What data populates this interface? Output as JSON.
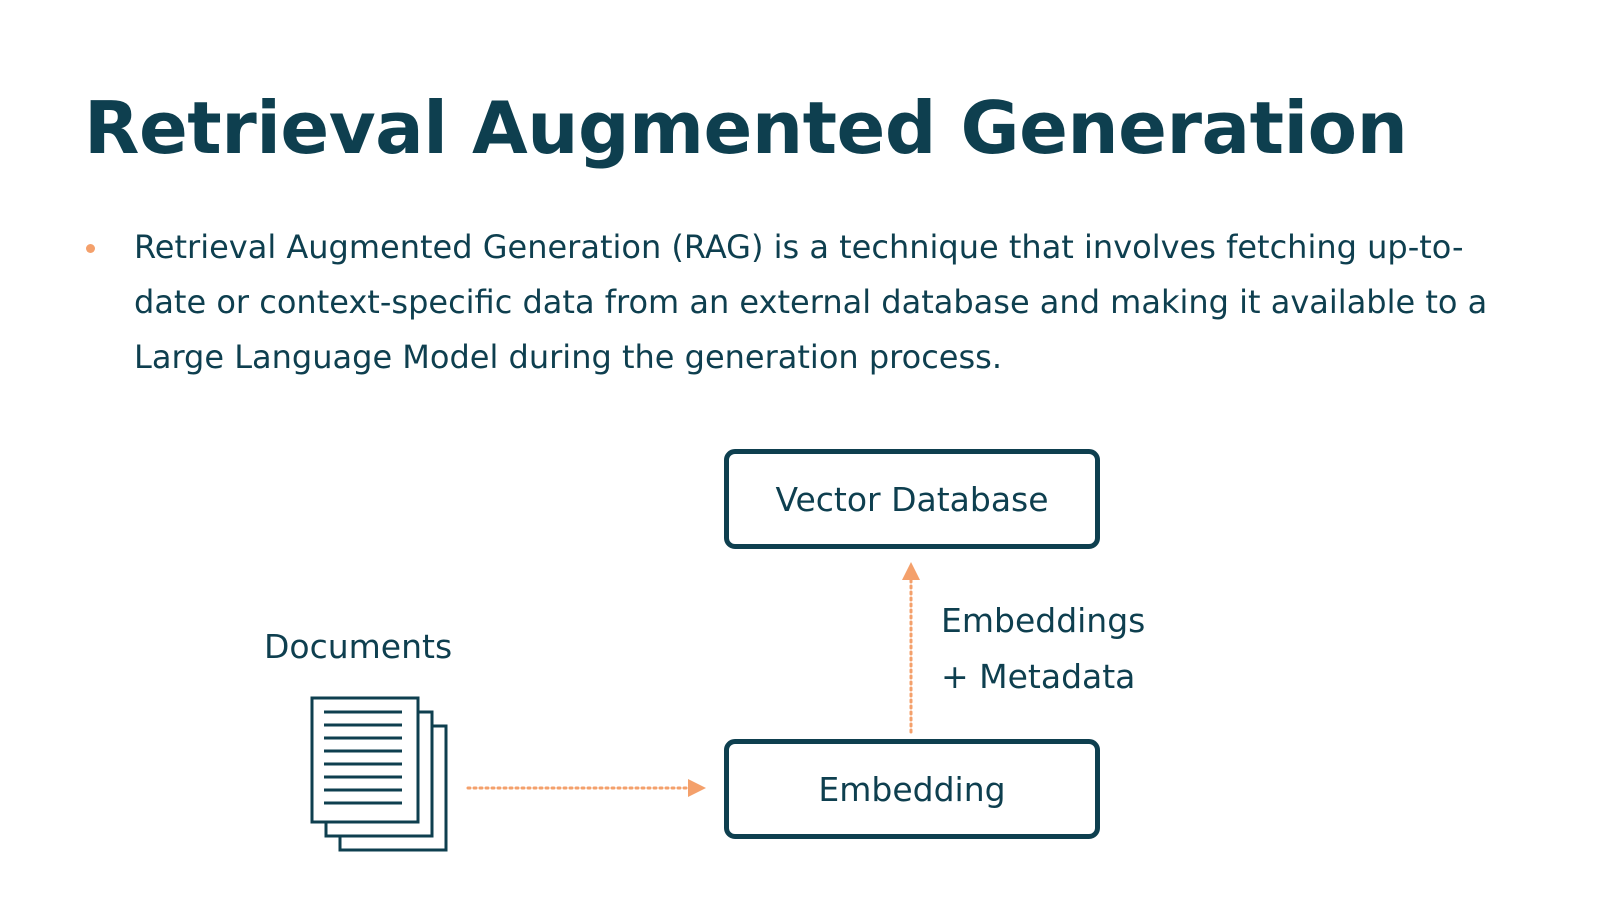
{
  "slide": {
    "title": "Retrieval Augmented Generation",
    "bullet": "Retrieval Augmented Generation (RAG) is a technique that involves fetching up-to-date or context-specific data from an external database and making it available to a Large Language Model during the generation process."
  },
  "diagram": {
    "nodes": {
      "vector_database": "Vector Database",
      "embedding": "Embedding",
      "documents_label": "Documents"
    },
    "edge_label": {
      "line1": "Embeddings",
      "line2": "+ Metadata"
    },
    "icons": {
      "documents": "documents-stack-icon"
    }
  },
  "colors": {
    "primary": "#0e3f4f",
    "accent": "#f4a06b",
    "background": "#ffffff"
  }
}
